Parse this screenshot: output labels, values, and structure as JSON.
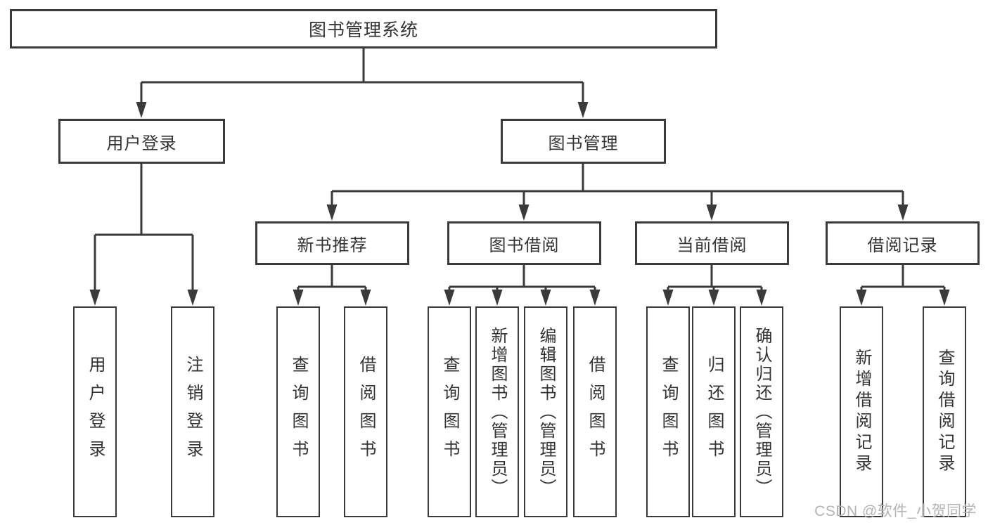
{
  "diagram": {
    "root": {
      "label": "图书管理系统"
    },
    "level2": [
      {
        "label": "用户登录"
      },
      {
        "label": "图书管理"
      }
    ],
    "level3": [
      {
        "label": "新书推荐"
      },
      {
        "label": "图书借阅"
      },
      {
        "label": "当前借阅"
      },
      {
        "label": "借阅记录"
      }
    ],
    "leaves": [
      {
        "label": "用户登录"
      },
      {
        "label": "注销登录"
      },
      {
        "label": "查询图书"
      },
      {
        "label": "借阅图书"
      },
      {
        "label": "查询图书"
      },
      {
        "label": "新增图书（管理员）"
      },
      {
        "label": "编辑图书（管理员）"
      },
      {
        "label": "借阅图书"
      },
      {
        "label": "查询图书"
      },
      {
        "label": "归还图书"
      },
      {
        "label": "确认归还（管理员）"
      },
      {
        "label": "新增借阅记录"
      },
      {
        "label": "查询借阅记录"
      }
    ]
  },
  "watermark": {
    "text": "CSDN @软件_小贺同学"
  },
  "colors": {
    "line": "#3a3a3a",
    "text": "#333333",
    "watermark": "#b3b3b3",
    "background": "#ffffff"
  }
}
